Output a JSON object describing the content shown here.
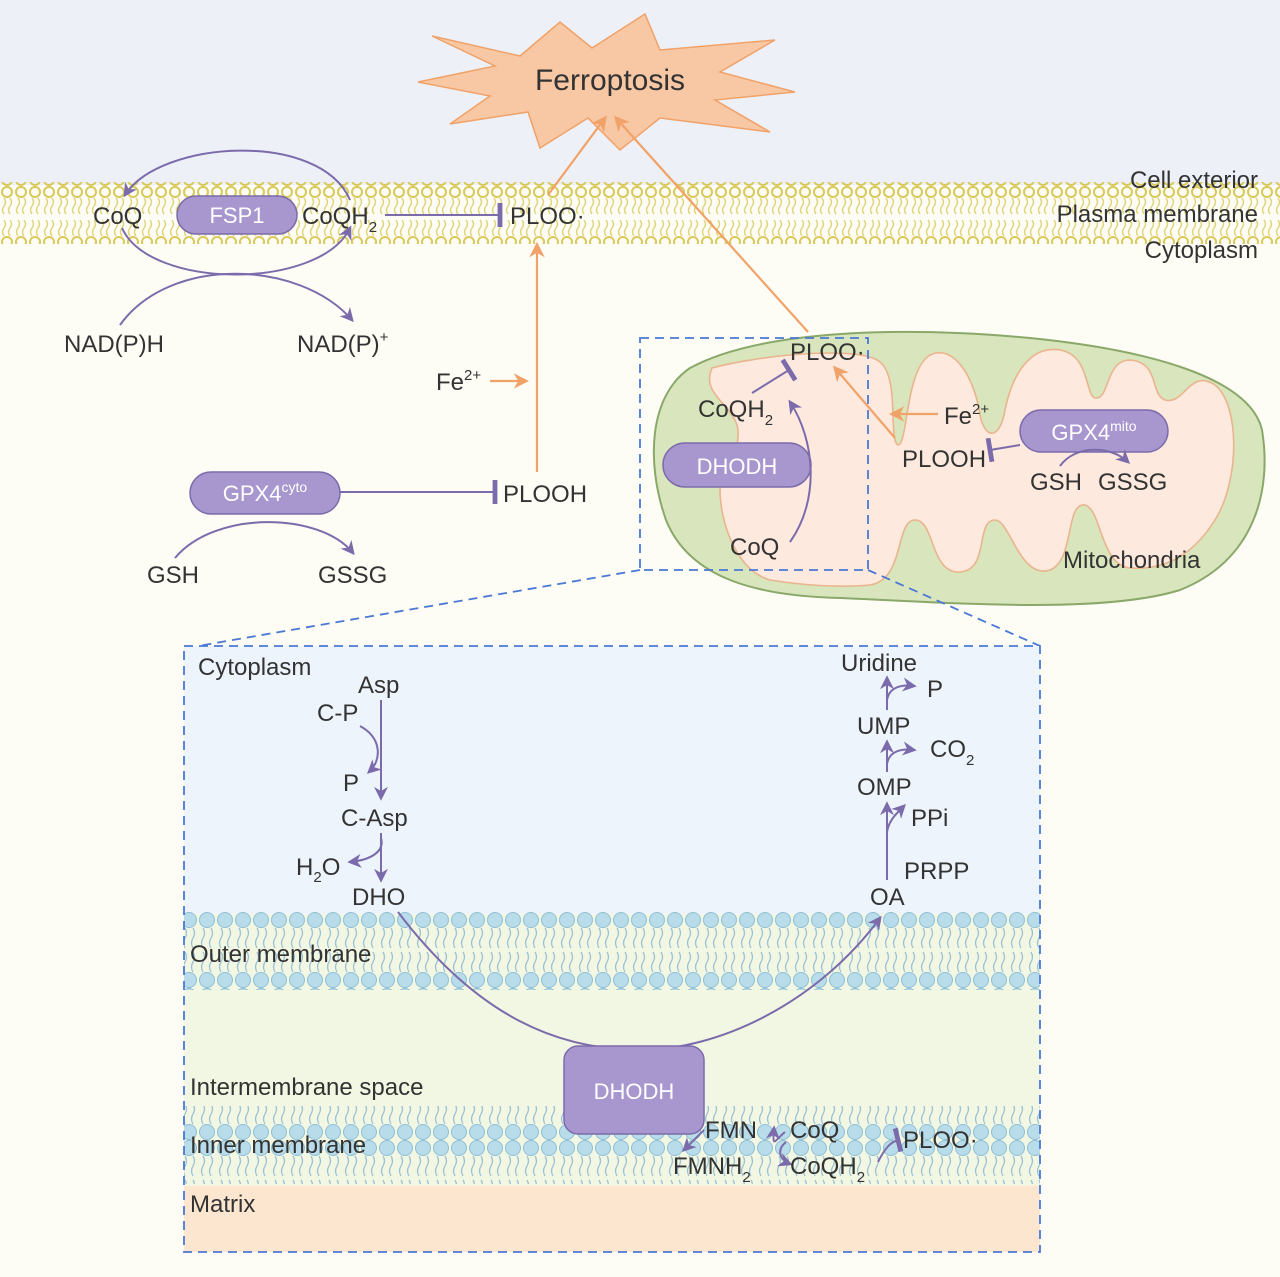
{
  "colors": {
    "exterior": "#eef0f8",
    "cytoplasm": "#fdfcf5",
    "membrane_yellow": "#e2d66a",
    "purple": "#7b6bab",
    "purple_fill": "#a896cf",
    "orange": "#f0a268",
    "mito_outer": "#d9e6bd",
    "mito_inner": "#fde9dd",
    "dashed_blue": "#4a78d4",
    "zoom_cytoplasm": "#eef4fb",
    "zoom_membrane_bead": "#b8dcea",
    "zoom_ims": "#f2f7e3",
    "zoom_matrix": "#fce6cf"
  },
  "top": {
    "ferroptosis": "Ferroptosis",
    "zones": {
      "cell_exterior": "Cell exterior",
      "plasma_membrane": "Plasma membrane",
      "cytoplasm": "Cytoplasm"
    },
    "fsp1": {
      "enzyme": "FSP1",
      "coq": "CoQ",
      "coqh": "CoQH",
      "coqh_sub": "2",
      "nadph": "NAD(P)H",
      "nadp": "NAD(P)",
      "nadp_sup": "+"
    },
    "ploo_membrane": "PLOO·",
    "fe_left": {
      "text": "Fe",
      "sup": "2+"
    },
    "gpx4_cyto": {
      "main": "GPX4",
      "sup": "cyto"
    },
    "plooh_cyto": "PLOOH",
    "gsh_cyto": "GSH",
    "gssg_cyto": "GSSG"
  },
  "mito": {
    "ploo": "PLOO·",
    "coqh": "CoQH",
    "coqh_sub": "2",
    "dhodh": "DHODH",
    "coq": "CoQ",
    "fe": {
      "text": "Fe",
      "sup": "2+"
    },
    "plooh": "PLOOH",
    "gpx4": {
      "main": "GPX4",
      "sup": "mito"
    },
    "gsh": "GSH",
    "gssg": "GSSG",
    "label": "Mitochondria"
  },
  "zoom": {
    "zones": {
      "cytoplasm": "Cytoplasm",
      "outer_membrane": "Outer membrane",
      "intermembrane_space": "Intermembrane space",
      "inner_membrane": "Inner membrane",
      "matrix": "Matrix"
    },
    "left_path": {
      "asp": "Asp",
      "cp": "C-P",
      "p": "P",
      "casp": "C-Asp",
      "h2o": "H",
      "h2o_sub": "2",
      "h2o_tail": "O",
      "dho": "DHO"
    },
    "right_path": {
      "uridine": "Uridine",
      "p": "P",
      "ump": "UMP",
      "co2": "CO",
      "co2_sub": "2",
      "omp": "OMP",
      "ppi": "PPi",
      "prpp": "PRPP",
      "oa": "OA"
    },
    "dhodh": "DHODH",
    "fmn": "FMN",
    "fmnh": "FMNH",
    "fmnh_sub": "2",
    "coq": "CoQ",
    "coqh": "CoQH",
    "coqh_sub": "2",
    "ploo": "PLOO·"
  }
}
